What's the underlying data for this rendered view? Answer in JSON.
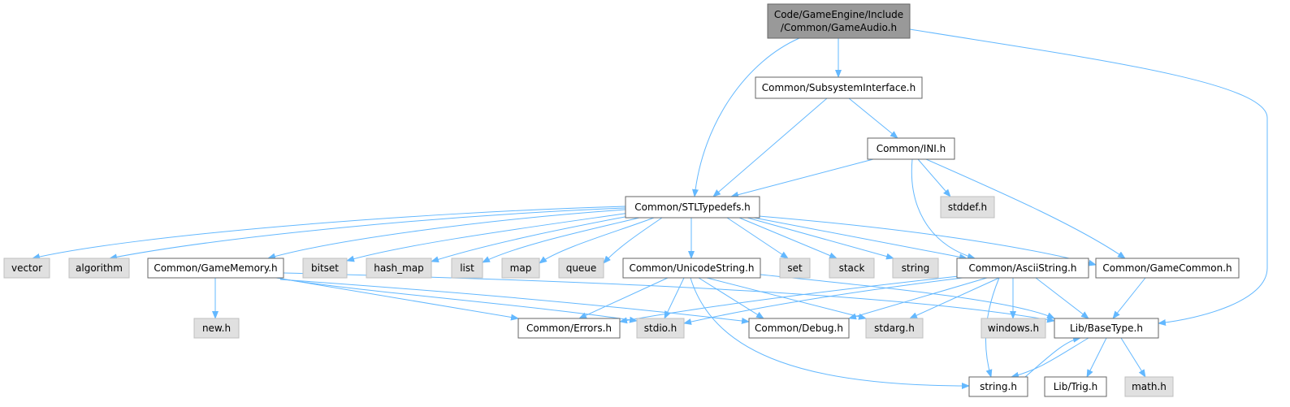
{
  "colors": {
    "root_fill": "#999999",
    "local_fill": "#ffffff",
    "external_fill": "#e0e0e0",
    "border": "#666666",
    "edge": "#63b8ff"
  },
  "nodes": [
    {
      "id": "root",
      "lines": [
        "Code/GameEngine/Include",
        "/Common/GameAudio.h"
      ],
      "kind": "root"
    },
    {
      "id": "subsys",
      "lines": [
        "Common/SubsystemInterface.h"
      ],
      "kind": "local"
    },
    {
      "id": "ini",
      "lines": [
        "Common/INI.h"
      ],
      "kind": "local"
    },
    {
      "id": "stddef",
      "lines": [
        "stddef.h"
      ],
      "kind": "external"
    },
    {
      "id": "stl",
      "lines": [
        "Common/STLTypedefs.h"
      ],
      "kind": "local"
    },
    {
      "id": "vector",
      "lines": [
        "vector"
      ],
      "kind": "external"
    },
    {
      "id": "algorithm",
      "lines": [
        "algorithm"
      ],
      "kind": "external"
    },
    {
      "id": "gamemem",
      "lines": [
        "Common/GameMemory.h"
      ],
      "kind": "local"
    },
    {
      "id": "bitset",
      "lines": [
        "bitset"
      ],
      "kind": "external"
    },
    {
      "id": "hashmap",
      "lines": [
        "hash_map"
      ],
      "kind": "external"
    },
    {
      "id": "list",
      "lines": [
        "list"
      ],
      "kind": "external"
    },
    {
      "id": "map",
      "lines": [
        "map"
      ],
      "kind": "external"
    },
    {
      "id": "queue",
      "lines": [
        "queue"
      ],
      "kind": "external"
    },
    {
      "id": "unicode",
      "lines": [
        "Common/UnicodeString.h"
      ],
      "kind": "local"
    },
    {
      "id": "set",
      "lines": [
        "set"
      ],
      "kind": "external"
    },
    {
      "id": "stack",
      "lines": [
        "stack"
      ],
      "kind": "external"
    },
    {
      "id": "string",
      "lines": [
        "string"
      ],
      "kind": "external"
    },
    {
      "id": "ascii",
      "lines": [
        "Common/AsciiString.h"
      ],
      "kind": "local"
    },
    {
      "id": "gamecommon",
      "lines": [
        "Common/GameCommon.h"
      ],
      "kind": "local"
    },
    {
      "id": "newh",
      "lines": [
        "new.h"
      ],
      "kind": "external"
    },
    {
      "id": "errors",
      "lines": [
        "Common/Errors.h"
      ],
      "kind": "local"
    },
    {
      "id": "stdio",
      "lines": [
        "stdio.h"
      ],
      "kind": "external"
    },
    {
      "id": "debug",
      "lines": [
        "Common/Debug.h"
      ],
      "kind": "local"
    },
    {
      "id": "stdarg",
      "lines": [
        "stdarg.h"
      ],
      "kind": "external"
    },
    {
      "id": "windows",
      "lines": [
        "windows.h"
      ],
      "kind": "external"
    },
    {
      "id": "basetype",
      "lines": [
        "Lib/BaseType.h"
      ],
      "kind": "local"
    },
    {
      "id": "stringh",
      "lines": [
        "string.h"
      ],
      "kind": "local"
    },
    {
      "id": "trig",
      "lines": [
        "Lib/Trig.h"
      ],
      "kind": "local"
    },
    {
      "id": "math",
      "lines": [
        "math.h"
      ],
      "kind": "external"
    }
  ]
}
